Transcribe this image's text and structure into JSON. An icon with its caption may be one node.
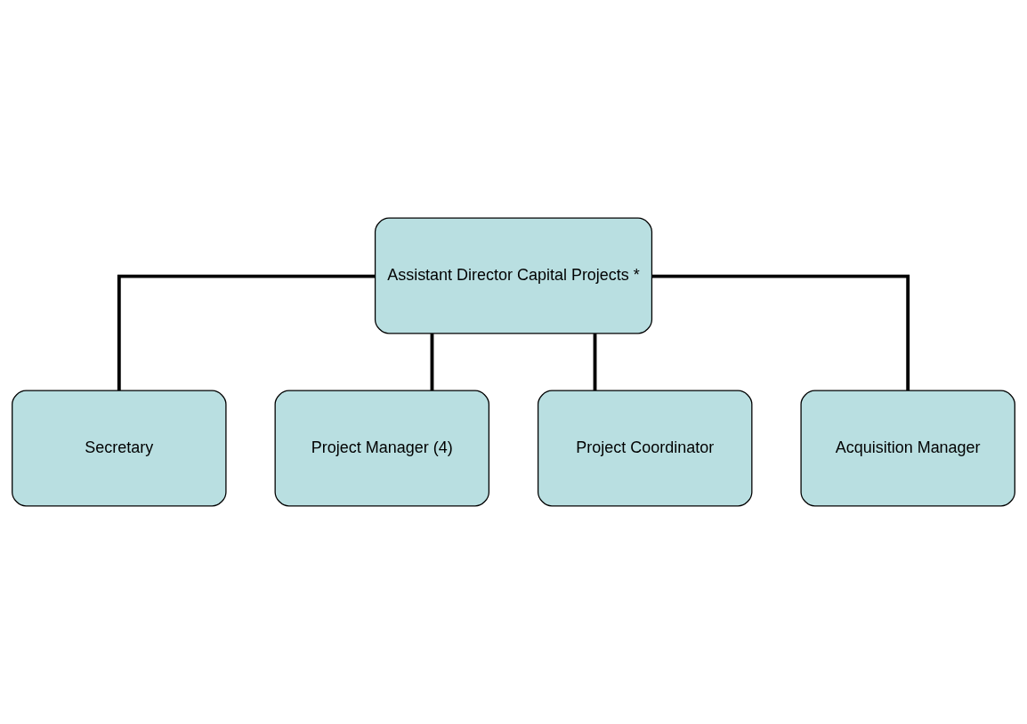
{
  "diagram": {
    "nodes": [
      {
        "text": [
          "Assistant Director Capital Projects *"
        ]
      },
      {
        "text": [
          "Secretary"
        ]
      },
      {
        "text": [
          "Project Manager (4)"
        ]
      },
      {
        "text": [
          "Project Coordinator"
        ]
      },
      {
        "text": [
          "Acquisition Manager"
        ]
      }
    ],
    "edges": [
      {
        "from": 0,
        "to": 1,
        "arrow": "none"
      },
      {
        "from": 0,
        "to": 2,
        "arrow": "none"
      },
      {
        "from": 0,
        "to": 3,
        "arrow": "none"
      },
      {
        "from": 0,
        "to": 4,
        "arrow": "none"
      }
    ]
  }
}
